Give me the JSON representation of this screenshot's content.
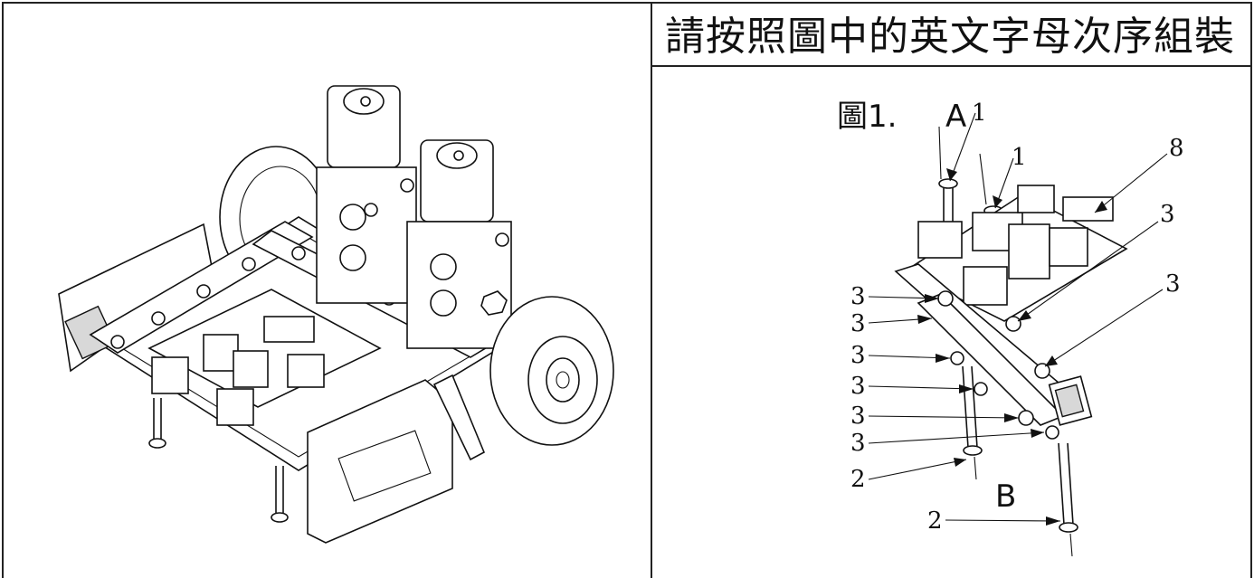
{
  "header": {
    "instruction": "請按照圖中的英文字母次序組裝"
  },
  "figure": {
    "label": "圖1.",
    "letter_a": "A",
    "letter_b": "B",
    "callouts": {
      "c1a": "1",
      "c1b": "1",
      "c8": "8",
      "c3r1": "3",
      "c3r2": "3",
      "c3l1": "3",
      "c3l2": "3",
      "c3l3": "3",
      "c3l4": "3",
      "c3l5": "3",
      "c3l6": "3",
      "c2a": "2",
      "c2b": "2"
    }
  }
}
